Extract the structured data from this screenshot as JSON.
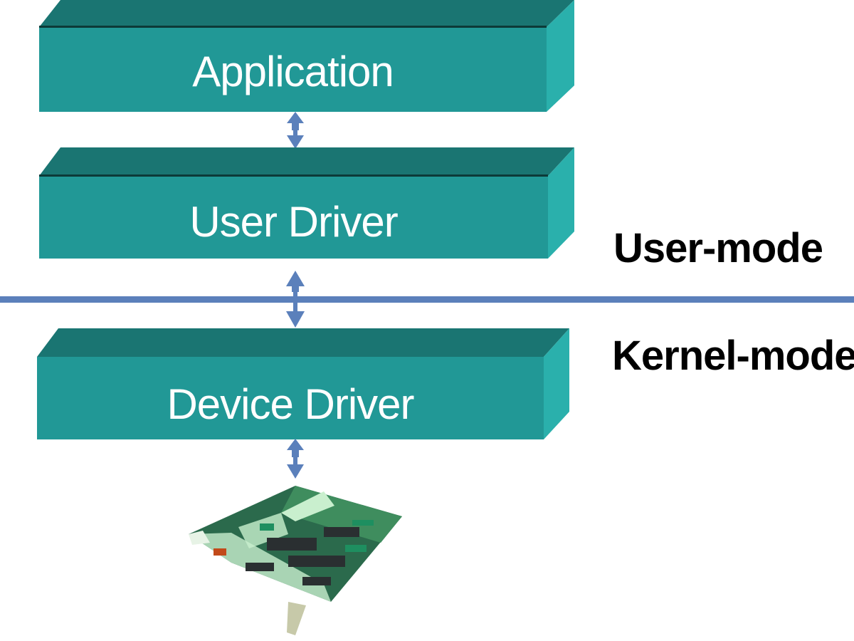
{
  "diagram": {
    "title": "Driver architecture layers",
    "colors": {
      "slab_front": "#219896",
      "slab_top": "#1a7572",
      "slab_side": "#2ab0ac",
      "arrow": "#5b80bb",
      "divider": "#5b80bb",
      "mode_text": "#000000",
      "slab_text": "#ffffff"
    },
    "layers": [
      {
        "id": "application",
        "label": "Application",
        "mode": "user"
      },
      {
        "id": "user-driver",
        "label": "User Driver",
        "mode": "user"
      },
      {
        "id": "device-driver",
        "label": "Device Driver",
        "mode": "kernel"
      }
    ],
    "modes": {
      "user": "User-mode",
      "kernel": "Kernel-mode"
    },
    "hardware": {
      "icon": "circuit-board-icon",
      "label": ""
    },
    "connections": [
      {
        "from": "application",
        "to": "user-driver",
        "type": "bidirectional"
      },
      {
        "from": "user-driver",
        "to": "device-driver",
        "type": "bidirectional",
        "crosses": "mode-boundary"
      },
      {
        "from": "device-driver",
        "to": "hardware",
        "type": "bidirectional"
      }
    ]
  }
}
